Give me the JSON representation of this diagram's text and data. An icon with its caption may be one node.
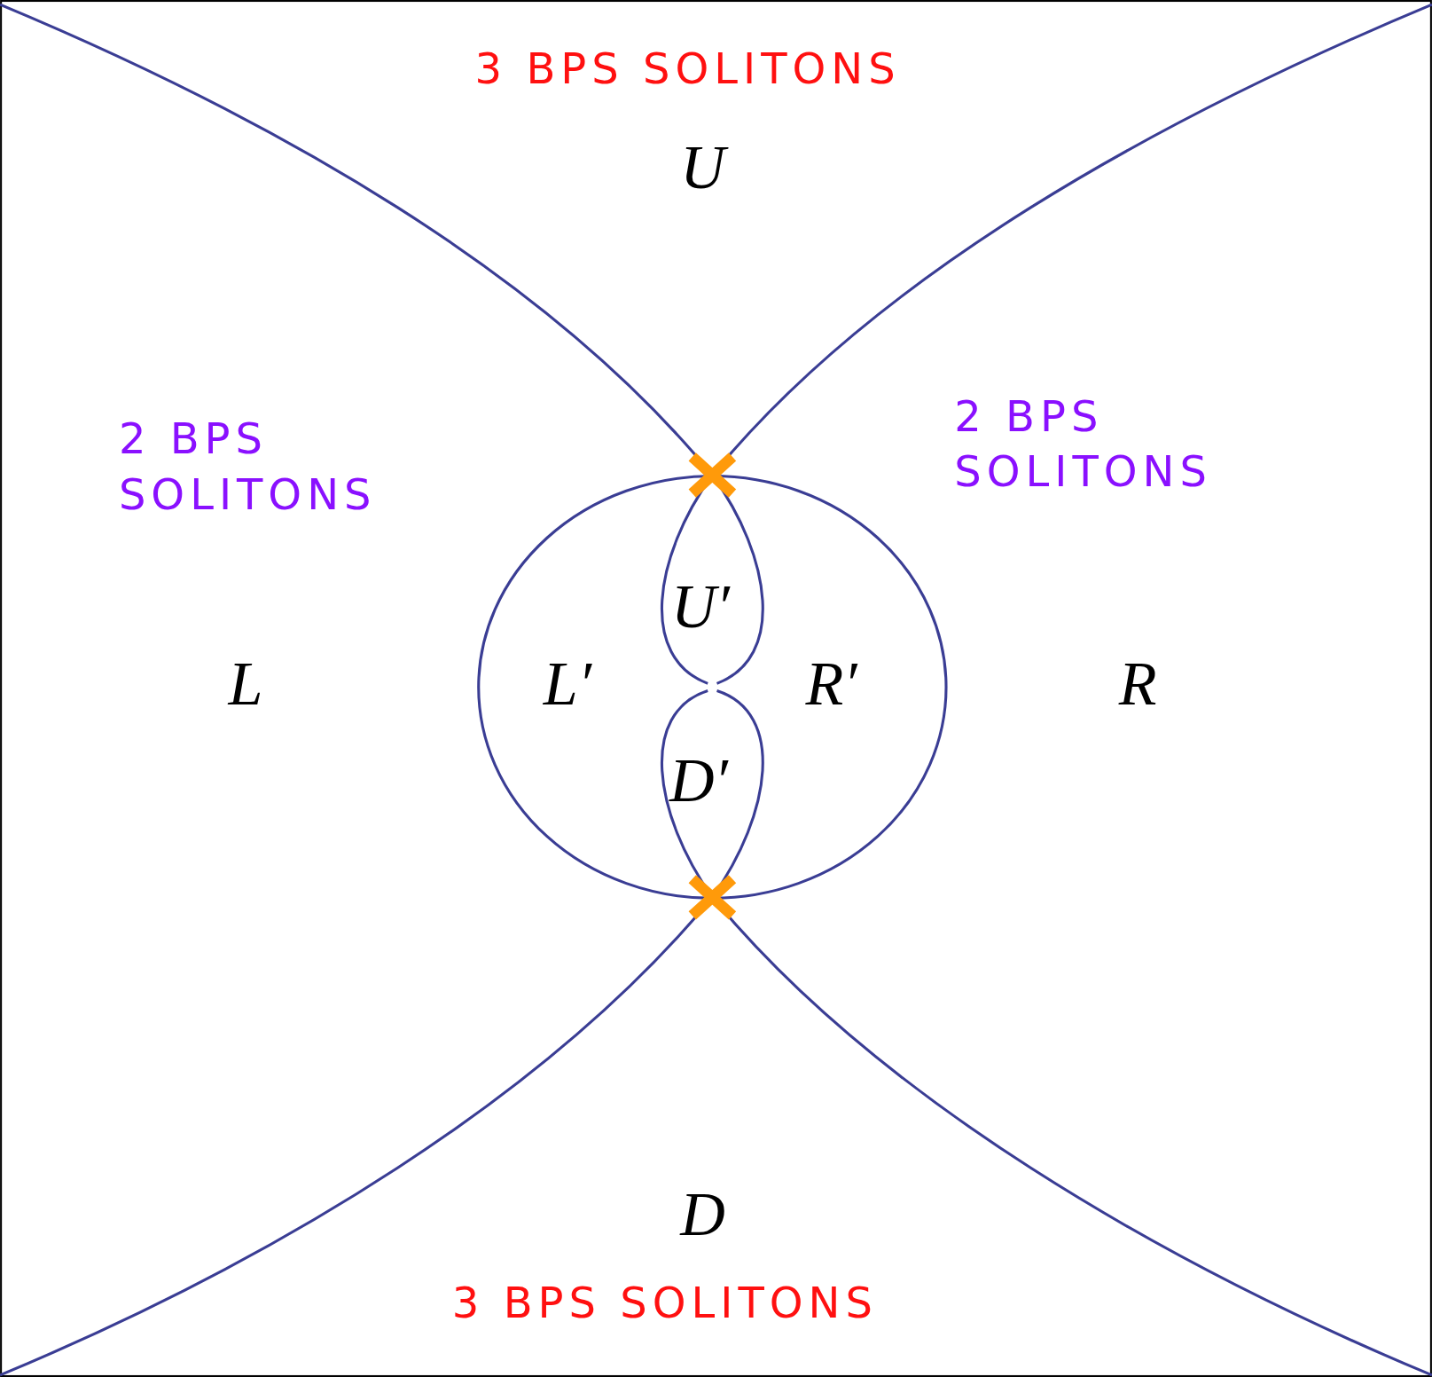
{
  "diagram": {
    "labels": [
      "3 BPS SOLITONS",
      "U",
      "2 BPS SOLITONS",
      "2 BPS SOLITONS",
      "U′",
      "L",
      "L′",
      "R′",
      "R",
      "D′",
      "D",
      "3 BPS SOLITONS"
    ]
  }
}
